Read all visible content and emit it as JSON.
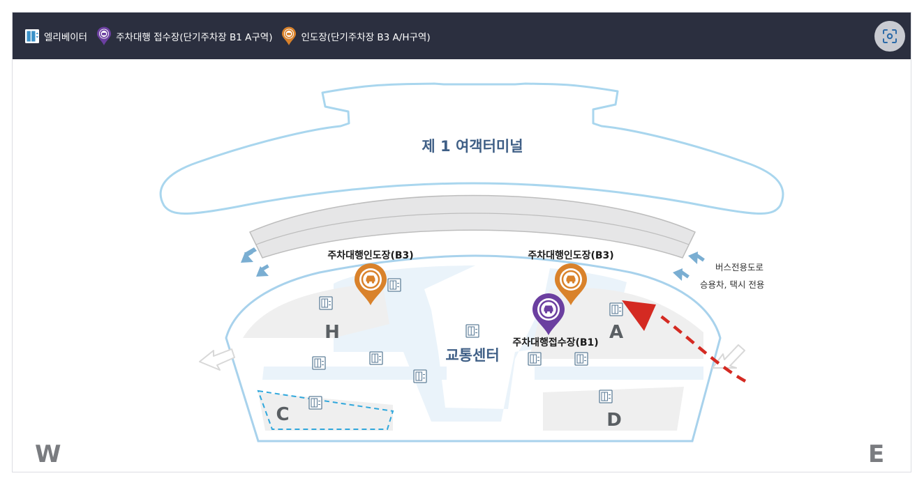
{
  "legend": [
    {
      "icon": "elevator-icon",
      "label": "엘리베이터"
    },
    {
      "icon": "valet-dropoff-pin-icon",
      "label": "주차대행 접수장(단기주차장 B1 A구역)",
      "color": "#6b3fa0"
    },
    {
      "icon": "valet-pickup-pin-icon",
      "label": "인도장(단기주차장 B3 A/H구역)",
      "color": "#d9822b"
    }
  ],
  "fit_button": {
    "icon": "focus-fit-icon"
  },
  "map": {
    "terminal_title": "제 1 여객터미널",
    "transport_center": "교통센터",
    "zones": [
      "H",
      "A",
      "C",
      "D"
    ],
    "compass": {
      "west": "W",
      "east": "E"
    },
    "pickup_label": "주차대행인도장(B3)",
    "dropoff_label": "주차대행접수장(B1)",
    "road_note_1": "버스전용도로",
    "road_note_2": "승용차, 택시 전용"
  },
  "colors": {
    "header_bg": "#2b2f3f",
    "map_outline": "#a8d2ec",
    "dropoff_purple": "#6b3fa0",
    "pickup_orange": "#d9822b",
    "route_red": "#d42a22",
    "title_blue": "#3f5f86"
  }
}
